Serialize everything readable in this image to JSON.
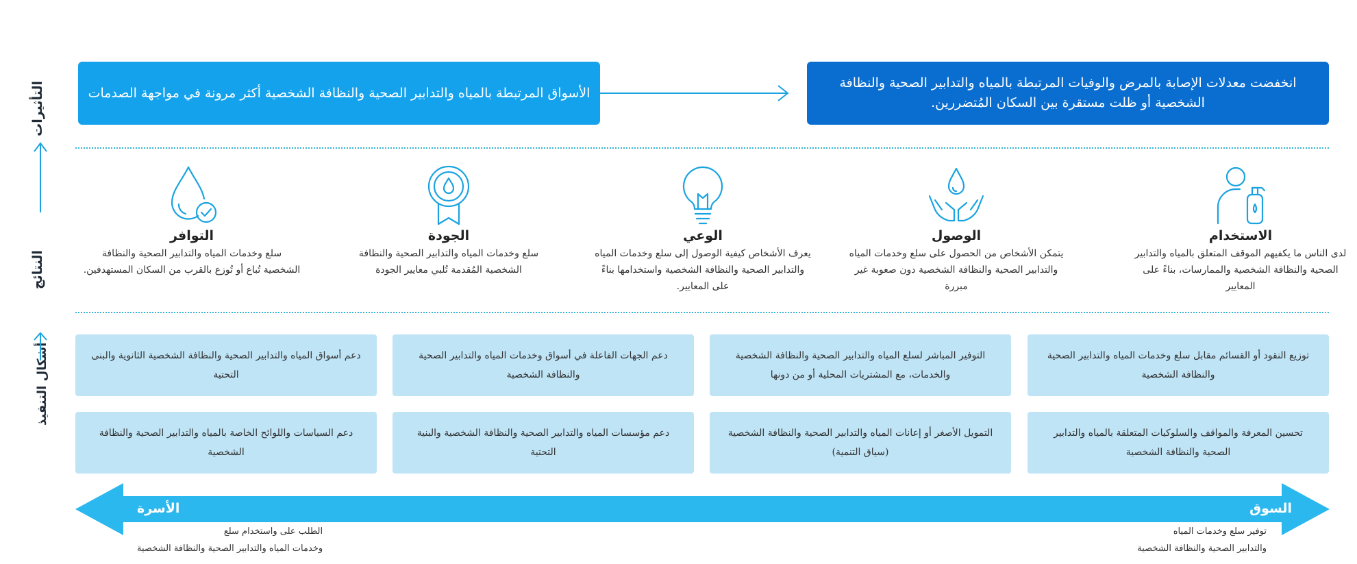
{
  "impacts": {
    "right": "انخفضت معدلات الإصابة بالمرض والوفيات المرتبطة بالمياه والتدابير الصحية والنظافة الشخصية أو ظلت مستقرة بين السكان المُتضررين.",
    "left": "الأسواق المرتبطة بالمياه والتدابير الصحية والنظافة الشخصية أكثر مرونة في مواجهة الصدمات"
  },
  "side_labels": {
    "impacts": "التأثيرات",
    "outcomes": "النتائج",
    "modalities": "أشكال التنفيذ"
  },
  "outcomes": [
    {
      "icon": "person-with-soap-icon",
      "title": "الاستخدام",
      "desc": "لدى الناس ما يكفيهم الموقف المتعلق بالمياه والتدابير الصحية والنظافة الشخصية والممارسات، بناءً على المعايير"
    },
    {
      "icon": "hands-with-water-drop-icon",
      "title": "الوصول",
      "desc": "يتمكن الأشخاص من الحصول على سلع وخدمات المياه والتدابير الصحية والنظافة الشخصية دون صعوبة غير مبررة"
    },
    {
      "icon": "lightbulb-icon",
      "title": "الوعي",
      "desc": "يعرف الأشخاص كيفية الوصول إلى سلع وخدمات المياه والتدابير الصحية والنظافة الشخصية واستخدامها بناءً على المعايير."
    },
    {
      "icon": "quality-badge-icon",
      "title": "الجودة",
      "desc": "سلع وخدمات المياه والتدابير الصحية والنظافة الشخصية المُقدمة تُلبي معايير الجودة"
    },
    {
      "icon": "water-drop-check-icon",
      "title": "التوافر",
      "desc": "سلع وخدمات المياه والتدابير الصحية والنظافة الشخصية تُباع أو تُوزع بالقرب من السكان المستهدفين."
    }
  ],
  "modalities": {
    "row1": [
      "توزيع النقود أو القسائم مقابل سلع وخدمات المياه والتدابير الصحية والنظافة الشخصية",
      "التوفير المباشر لسلع المياه والتدابير الصحية والنظافة الشخصية والخدمات، مع المشتريات المحلية أو من دونها",
      "دعم الجهات الفاعلة في أسواق وخدمات المياه والتدابير الصحية والنظافة الشخصية",
      "دعم أسواق المياه والتدابير الصحية والنظافة الشخصية الثانوية والبنى التحتية"
    ],
    "row2": [
      "تحسين المعرفة والمواقف والسلوكيات المتعلقة بالمياه والتدابير الصحية والنظافة الشخصية",
      "التمويل الأصغر أو إعانات المياه والتدابير الصحية والنظافة الشخصية (سياق التنمية)",
      "دعم مؤسسات المياه والتدابير الصحية والنظافة الشخصية والبنية التحتية",
      "دعم السياسات واللوائح الخاصة بالمياه والتدابير الصحية والنظافة الشخصية"
    ]
  },
  "arrow": {
    "right_title": "السوق",
    "right_desc_1": "توفير سلع وخدمات المياه",
    "right_desc_2": "والتدابير الصحية والنظافة الشخصية",
    "left_title": "الأسرة",
    "left_desc_1": "الطلب على واستخدام سلع",
    "left_desc_2": "وخدمات المياه والتدابير الصحية والنظافة الشخصية"
  },
  "colors": {
    "impact_dark": "#0a6ed1",
    "impact_light": "#14a2ec",
    "icon_blue": "#1aa3e0",
    "modality_bg": "#bfe4f6",
    "arrow": "#2bb8ee",
    "dotted": "#35b5d4"
  }
}
